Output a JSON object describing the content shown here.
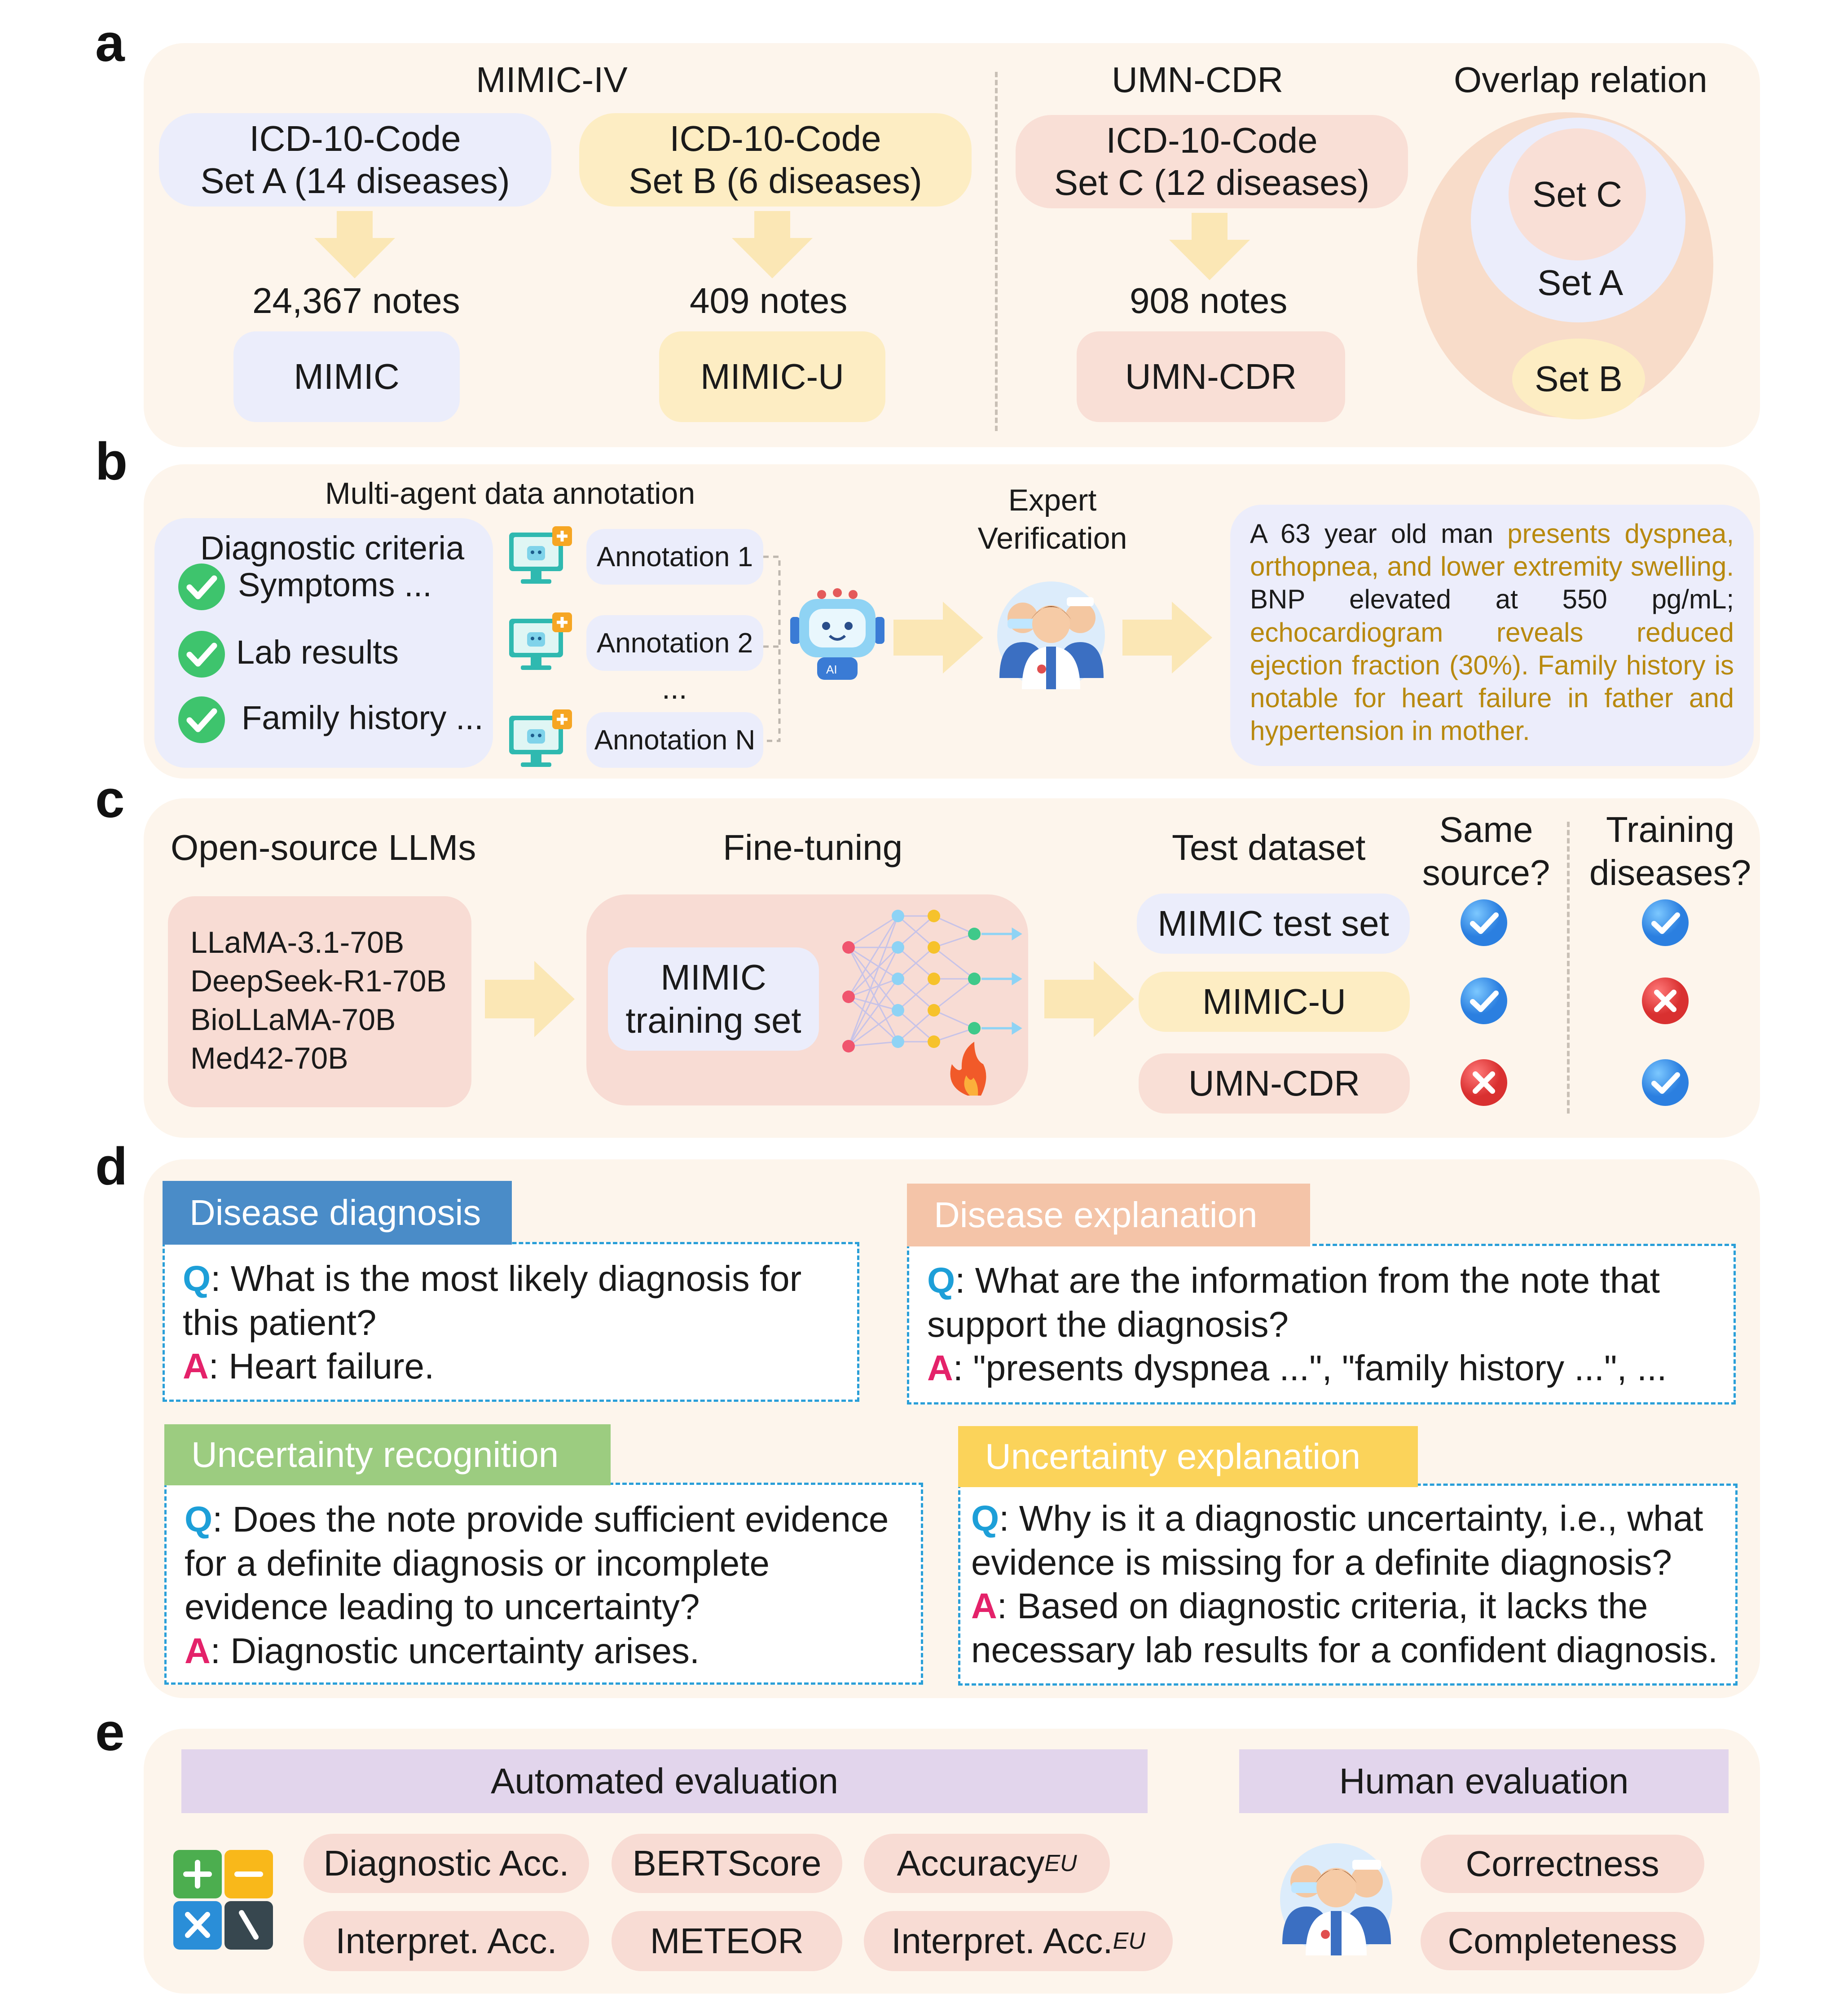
{
  "panel_letters": {
    "a": "a",
    "b": "b",
    "c": "c",
    "d": "d",
    "e": "e"
  },
  "panel_a": {
    "mimic_iv": "MIMIC-IV",
    "umn_cdr_title": "UMN-CDR",
    "overlap_title": "Overlap relation",
    "set_a_l1": "ICD-10-Code",
    "set_a_l2": "Set A (14 diseases)",
    "set_b_l1": "ICD-10-Code",
    "set_b_l2": "Set B (6 diseases)",
    "set_c_l1": "ICD-10-Code",
    "set_c_l2": "Set C (12 diseases)",
    "notes_a": "24,367 notes",
    "notes_b": "409 notes",
    "notes_c": "908 notes",
    "ds_a": "MIMIC",
    "ds_b": "MIMIC-U",
    "ds_c": "UMN-CDR",
    "venn_c": "Set C",
    "venn_a": "Set A",
    "venn_b": "Set B",
    "colors": {
      "blue": "#ebedfb",
      "yellow": "#fdedc3",
      "pink": "#f9dfd6"
    }
  },
  "panel_b": {
    "title": "Multi-agent data annotation",
    "criteria_title": "Diagnostic criteria",
    "criteria": [
      "Symptoms ...",
      "Lab results",
      "Family history ..."
    ],
    "annotations": [
      "Annotation 1",
      "Annotation 2",
      "...",
      "Annotation N"
    ],
    "expert_l1": "Expert",
    "expert_l2": "Verification",
    "note_segments": [
      {
        "t": "A 63 year old man ",
        "hl": false
      },
      {
        "t": "presents dyspnea, orthopnea, and lower extremity swelling.",
        "hl": true
      },
      {
        "t": " BNP elevated at 550 pg/mL; ",
        "hl": false
      },
      {
        "t": "echocardiogram reveals reduced ejection fraction (30%). Family history is notable for heart failure in father and hypertension in mother.",
        "hl": true
      }
    ]
  },
  "panel_c": {
    "llm_title": "Open-source LLMs",
    "llms": [
      "LLaMA-3.1-70B",
      "DeepSeek-R1-70B",
      "BioLLaMA-70B",
      "Med42-70B"
    ],
    "ft_title": "Fine-tuning",
    "train_l1": "MIMIC",
    "train_l2": "training set",
    "test_title": "Test dataset",
    "same_l1": "Same",
    "same_l2": "source?",
    "train_dis_l1": "Training",
    "train_dis_l2": "diseases?",
    "tests": [
      {
        "name": "MIMIC test set",
        "same": true,
        "training": true
      },
      {
        "name": "MIMIC-U",
        "same": true,
        "training": false
      },
      {
        "name": "UMN-CDR",
        "same": false,
        "training": true
      }
    ]
  },
  "panel_d": {
    "q_letter": "Q",
    "a_letter": "A",
    "diag": {
      "title": "Disease diagnosis",
      "q": ": What is the most likely diagnosis for this patient?",
      "a": ": Heart failure."
    },
    "expl": {
      "title": "Disease explanation",
      "q": ": What are the information from the note that support the diagnosis?",
      "a": ": \"presents dyspnea ...\", \"family history ...\", ..."
    },
    "urec": {
      "title": "Uncertainty recognition",
      "q": ": Does the note provide sufficient evidence for a definite diagnosis or incomplete evidence leading to uncertainty?",
      "a": ": Diagnostic uncertainty arises."
    },
    "uexp": {
      "title": "Uncertainty explanation",
      "q": ": Why is it a diagnostic uncertainty, i.e., what evidence is missing for a definite diagnosis?",
      "a": ": Based on diagnostic criteria, it lacks the necessary lab results for a confident diagnosis."
    },
    "colors": {
      "diag": "#4a8cc8",
      "expl": "#f4c4a8",
      "urec": "#9ccc80",
      "uexp": "#fbd35a"
    }
  },
  "panel_e": {
    "auto_title": "Automated evaluation",
    "human_title": "Human evaluation",
    "m_diag_acc": "Diagnostic Acc.",
    "m_bertscore": "BERTScore",
    "m_accuracy": "Accuracy",
    "m_interp_acc": "Interpret. Acc.",
    "m_meteor": "METEOR",
    "m_interp_acc_eu": "Interpret. Acc.",
    "eu_sup": "EU",
    "correctness": "Correctness",
    "completeness": "Completeness"
  }
}
